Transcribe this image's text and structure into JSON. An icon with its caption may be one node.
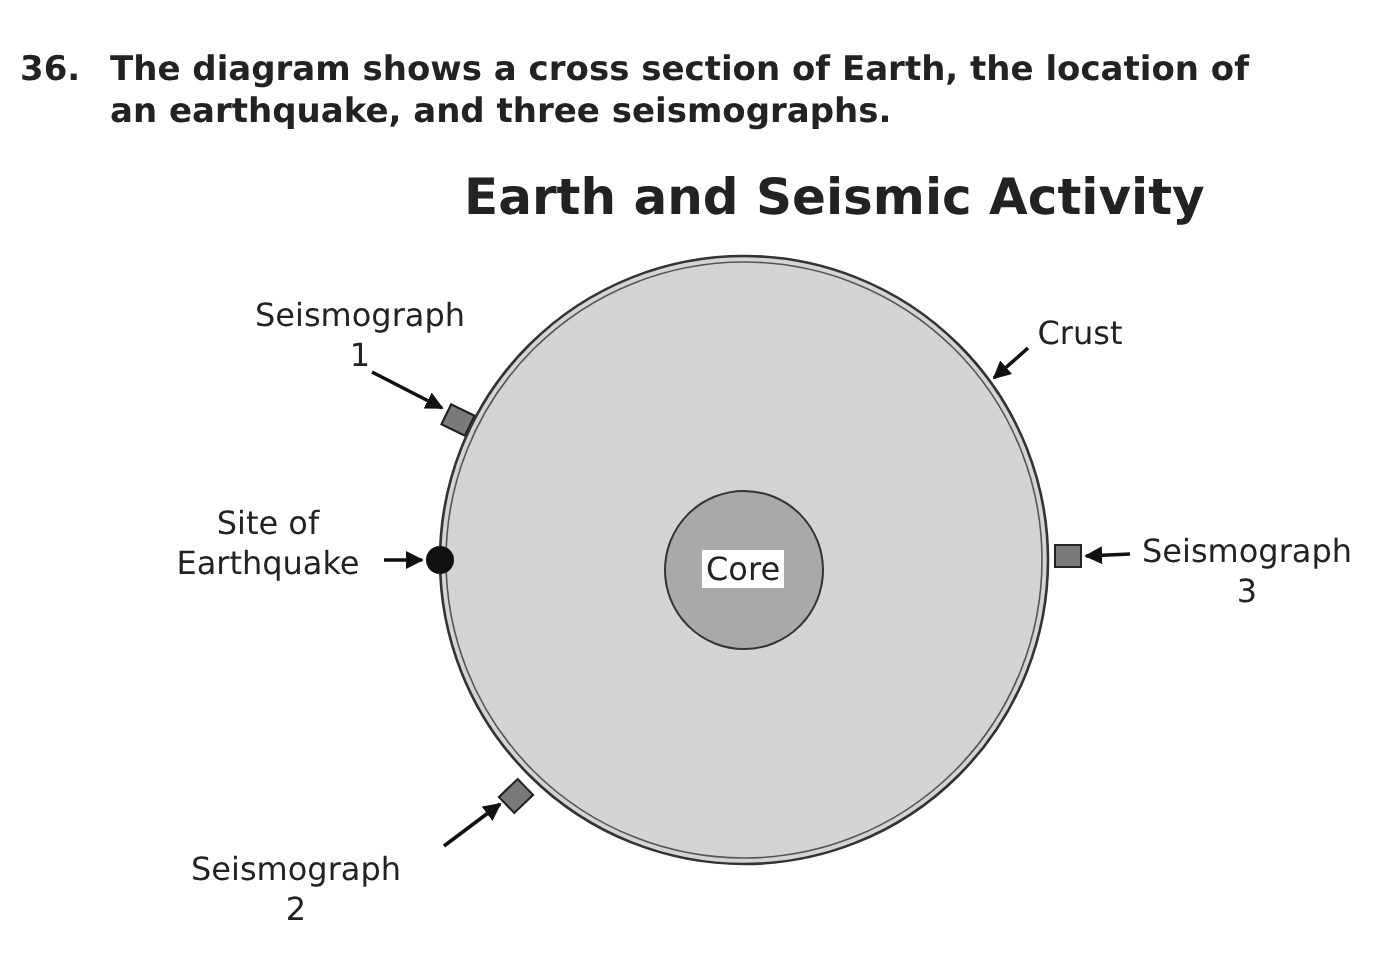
{
  "diagram": {
    "title": "Earth and Seismic Activity",
    "nodes": [
      {
        "text": [],
        "shape": "circle"
      },
      {
        "text": [
          "Core"
        ],
        "in": 0
      },
      {
        "text": [],
        "shape": "box"
      },
      {
        "text": [],
        "shape": "box"
      },
      {
        "text": [],
        "shape": "box"
      },
      {
        "text": [],
        "shape": "circle"
      },
      {
        "text": [
          "Seismograph 1"
        ]
      },
      {
        "text": [
          "Site of Earthquake"
        ]
      },
      {
        "text": [
          "Seismograph 2"
        ]
      },
      {
        "text": [
          "Seismograph 3"
        ]
      },
      {
        "text": [
          "Crust"
        ]
      }
    ],
    "edges": [
      {
        "from": 6,
        "to": 2,
        "arrow": "to"
      },
      {
        "from": 7,
        "to": 5,
        "arrow": "to"
      },
      {
        "from": 8,
        "to": 3,
        "arrow": "to"
      },
      {
        "from": 9,
        "to": 4,
        "arrow": "to"
      },
      {
        "from": 10,
        "to": 0,
        "arrow": "to"
      }
    ],
    "labels": [
      "36.",
      "The diagram shows a cross section of Earth, the location of an earthquake, and three seismographs."
    ]
  }
}
